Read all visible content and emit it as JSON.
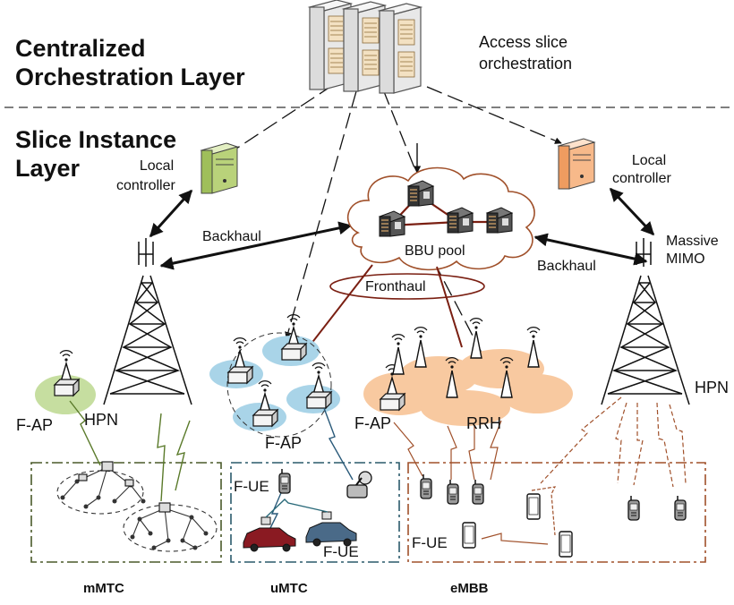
{
  "layers": {
    "top_line1": "Centralized",
    "top_line2": "Orchestration Layer",
    "bottom_line1": "Slice Instance",
    "bottom_line2": "Layer"
  },
  "orchestrator": {
    "line1": "Access slice",
    "line2": "orchestration"
  },
  "left_controller": {
    "line1": "Local",
    "line2": "controller"
  },
  "right_controller": {
    "line1": "Local",
    "line2": "controller"
  },
  "links": {
    "backhaul_left": "Backhaul",
    "backhaul_right": "Backhaul",
    "fronthaul": "Fronthaul"
  },
  "bbu": {
    "label": "BBU pool"
  },
  "massive_mimo": {
    "line1": "Massive",
    "line2": "MIMO"
  },
  "nodes": {
    "hpn_left": "HPN",
    "hpn_right": "HPN",
    "fap_left": "F-AP",
    "fap_middle": "F-AP",
    "fap_right": "F-AP",
    "rrh": "RRH",
    "fue_top": "F-UE",
    "fue_bottom": "F-UE",
    "fue_embb": "F-UE"
  },
  "slices": [
    "mMTC",
    "uMTC",
    "eMBB"
  ],
  "colors": {
    "mmtc_border": "#4a5a2a",
    "umtc_border": "#2a5a6a",
    "embb_border": "#a0502a",
    "fap_blue": "#a9d4e8",
    "fap_green": "#c6dea0",
    "rrh_orange": "#f8c9a0",
    "fronthaul_line": "#7a1f12",
    "backhaul_line": "#111111"
  }
}
